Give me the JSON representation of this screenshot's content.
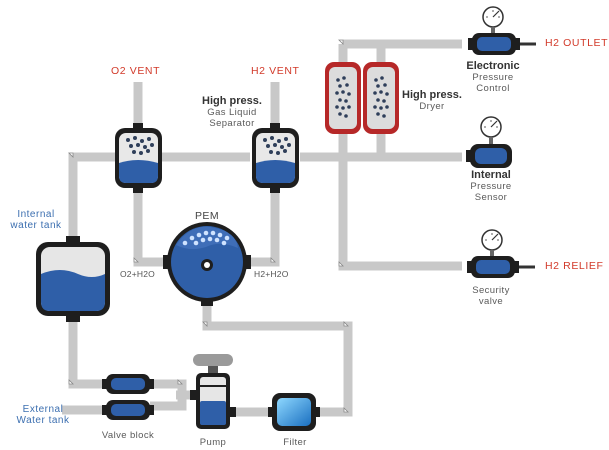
{
  "vents": {
    "o2": "O2 VENT",
    "h2": "H2 VENT"
  },
  "outputs": {
    "h2_outlet": "H2 OUTLET",
    "h2_relief": "H2 RELIEF"
  },
  "separator": {
    "line1": "High press.",
    "line2": "Gas Liquid",
    "line3": "Separator"
  },
  "dryer": {
    "line1": "High press.",
    "line2": "Dryer"
  },
  "electronic_pressure": {
    "line1": "Electronic",
    "line2": "Pressure",
    "line3": "Control"
  },
  "internal_pressure": {
    "line1": "Internal",
    "line2": "Pressure",
    "line3": "Sensor"
  },
  "security_valve": {
    "line1": "Security",
    "line2": "valve"
  },
  "pem": "PEM",
  "o2_h2o": "O2+H2O",
  "h2_h2o": "H2+H2O",
  "internal_tank": {
    "line1": "Internal",
    "line2": "water tank"
  },
  "external_tank": {
    "line1": "External",
    "line2": "Water tank"
  },
  "valve_block": "Valve block",
  "pump": "Pump",
  "filter": "Filter",
  "colors": {
    "pipe": "#c8c8c8",
    "water": "#2f5fa8",
    "outline": "#333333",
    "dryer_red": "#b62828",
    "vent_red": "#d23a2a",
    "label_blue": "#3c6fb0"
  }
}
